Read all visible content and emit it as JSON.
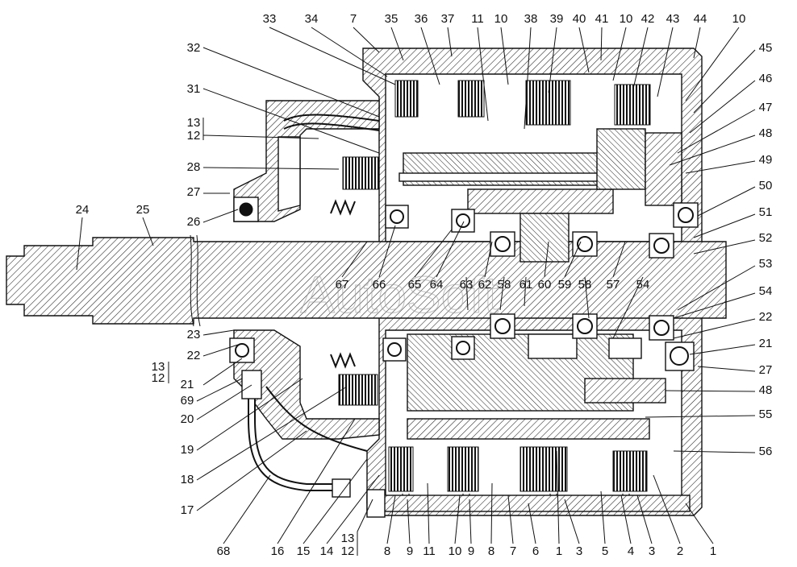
{
  "diagram": {
    "watermark": "AutoSoft",
    "labels": [
      {
        "id": "33",
        "text": "33"
      },
      {
        "id": "34",
        "text": "34"
      },
      {
        "id": "7t",
        "text": "7"
      },
      {
        "id": "35",
        "text": "35"
      },
      {
        "id": "36",
        "text": "36"
      },
      {
        "id": "37",
        "text": "37"
      },
      {
        "id": "11t",
        "text": "11"
      },
      {
        "id": "10a",
        "text": "10"
      },
      {
        "id": "38",
        "text": "38"
      },
      {
        "id": "39",
        "text": "39"
      },
      {
        "id": "40",
        "text": "40"
      },
      {
        "id": "41",
        "text": "41"
      },
      {
        "id": "10b",
        "text": "10"
      },
      {
        "id": "42",
        "text": "42"
      },
      {
        "id": "43",
        "text": "43"
      },
      {
        "id": "44",
        "text": "44"
      },
      {
        "id": "10c",
        "text": "10"
      },
      {
        "id": "32",
        "text": "32"
      },
      {
        "id": "45",
        "text": "45"
      },
      {
        "id": "46",
        "text": "46"
      },
      {
        "id": "31",
        "text": "31"
      },
      {
        "id": "47",
        "text": "47"
      },
      {
        "id": "13a",
        "text": "13"
      },
      {
        "id": "12a",
        "text": "12"
      },
      {
        "id": "48a",
        "text": "48"
      },
      {
        "id": "28",
        "text": "28"
      },
      {
        "id": "49",
        "text": "49"
      },
      {
        "id": "27a",
        "text": "27"
      },
      {
        "id": "50",
        "text": "50"
      },
      {
        "id": "24",
        "text": "24"
      },
      {
        "id": "25",
        "text": "25"
      },
      {
        "id": "26",
        "text": "26"
      },
      {
        "id": "51",
        "text": "51"
      },
      {
        "id": "52",
        "text": "52"
      },
      {
        "id": "53",
        "text": "53"
      },
      {
        "id": "67",
        "text": "67"
      },
      {
        "id": "66",
        "text": "66"
      },
      {
        "id": "65",
        "text": "65"
      },
      {
        "id": "64",
        "text": "64"
      },
      {
        "id": "63",
        "text": "63"
      },
      {
        "id": "62",
        "text": "62"
      },
      {
        "id": "58a",
        "text": "58"
      },
      {
        "id": "61",
        "text": "61"
      },
      {
        "id": "60",
        "text": "60"
      },
      {
        "id": "59",
        "text": "59"
      },
      {
        "id": "58b",
        "text": "58"
      },
      {
        "id": "57",
        "text": "57"
      },
      {
        "id": "54a",
        "text": "54"
      },
      {
        "id": "54b",
        "text": "54"
      },
      {
        "id": "23",
        "text": "23"
      },
      {
        "id": "22a",
        "text": "22"
      },
      {
        "id": "22b",
        "text": "22"
      },
      {
        "id": "21a",
        "text": "21"
      },
      {
        "id": "13b",
        "text": "13"
      },
      {
        "id": "12b",
        "text": "12"
      },
      {
        "id": "21b",
        "text": "21"
      },
      {
        "id": "27b",
        "text": "27"
      },
      {
        "id": "69",
        "text": "69"
      },
      {
        "id": "20",
        "text": "20"
      },
      {
        "id": "48b",
        "text": "48"
      },
      {
        "id": "55",
        "text": "55"
      },
      {
        "id": "19",
        "text": "19"
      },
      {
        "id": "56",
        "text": "56"
      },
      {
        "id": "18",
        "text": "18"
      },
      {
        "id": "17",
        "text": "17"
      },
      {
        "id": "68",
        "text": "68"
      },
      {
        "id": "16",
        "text": "16"
      },
      {
        "id": "15",
        "text": "15"
      },
      {
        "id": "14",
        "text": "14"
      },
      {
        "id": "13c",
        "text": "13"
      },
      {
        "id": "12c",
        "text": "12"
      },
      {
        "id": "8a",
        "text": "8"
      },
      {
        "id": "9a",
        "text": "9"
      },
      {
        "id": "11b",
        "text": "11"
      },
      {
        "id": "10d",
        "text": "10"
      },
      {
        "id": "9b",
        "text": "9"
      },
      {
        "id": "8b",
        "text": "8"
      },
      {
        "id": "7b",
        "text": "7"
      },
      {
        "id": "6",
        "text": "6"
      },
      {
        "id": "1a",
        "text": "1"
      },
      {
        "id": "3a",
        "text": "3"
      },
      {
        "id": "5",
        "text": "5"
      },
      {
        "id": "4",
        "text": "4"
      },
      {
        "id": "3b",
        "text": "3"
      },
      {
        "id": "2",
        "text": "2"
      },
      {
        "id": "1b",
        "text": "1"
      }
    ]
  }
}
